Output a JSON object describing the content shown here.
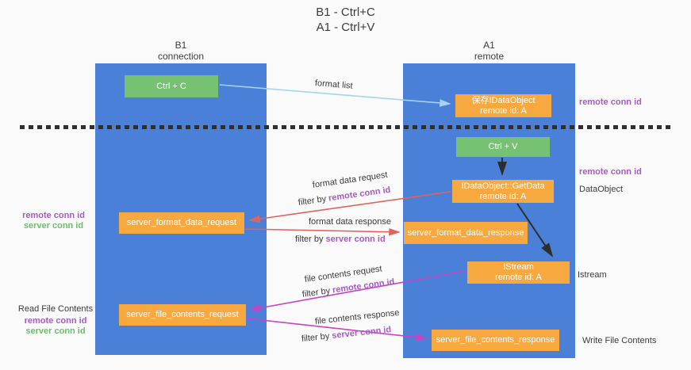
{
  "title": {
    "line1": "B1 - Ctrl+C",
    "line2": "A1 - Ctrl+V"
  },
  "columns": {
    "left": {
      "name": "B1",
      "role": "connection"
    },
    "right": {
      "name": "A1",
      "role": "remote"
    }
  },
  "boxes": {
    "ctrl_c": {
      "label": "Ctrl + C"
    },
    "ctrl_v": {
      "label": "Ctrl + V"
    },
    "save_idataobject": {
      "line1": "保存IDataObject",
      "line2": "remote id: A"
    },
    "getdata": {
      "line1": "IDataObject::GetData",
      "line2": "remote id: A"
    },
    "istream": {
      "line1": "IStream",
      "line2": "remote id: A"
    },
    "server_format_data_request": {
      "label": "server_format_data_request"
    },
    "server_format_data_response": {
      "label": "server_format_data_response"
    },
    "server_file_contents_request": {
      "label": "server_file_contents_request"
    },
    "server_file_contents_response": {
      "label": "server_file_contents_response"
    }
  },
  "arrow_labels": {
    "format_list": "format list",
    "format_data_request": "format data request",
    "format_data_response": "format data response",
    "file_contents_request": "file contents request",
    "file_contents_response": "file contents response",
    "filter_by": "filter by ",
    "remote_conn_id": "remote conn id",
    "server_conn_id": "server conn id"
  },
  "side_labels": {
    "right_top_remote_conn_id": "remote conn id",
    "right_mid_remote_conn_id": "remote conn id",
    "dataobject": "DataObject",
    "istream": "Istream",
    "write_file_contents": "Write File Contents",
    "left_remote_conn_id": "remote conn id",
    "left_server_conn_id": "server conn id",
    "read_file_contents": "Read File Contents",
    "left_bottom_remote_conn_id": "remote conn id",
    "left_bottom_server_conn_id": "server conn id"
  },
  "colors": {
    "column_blue": "#4a80d8",
    "box_green": "#77c173",
    "box_orange": "#f7a940",
    "arrow_red": "#e0635e",
    "arrow_magenta": "#c643c6",
    "arrow_light_blue": "#a7d3f2",
    "arrow_black": "#2d2d2d",
    "label_purple": "#a65bc4",
    "label_green": "#6dbd6d"
  }
}
